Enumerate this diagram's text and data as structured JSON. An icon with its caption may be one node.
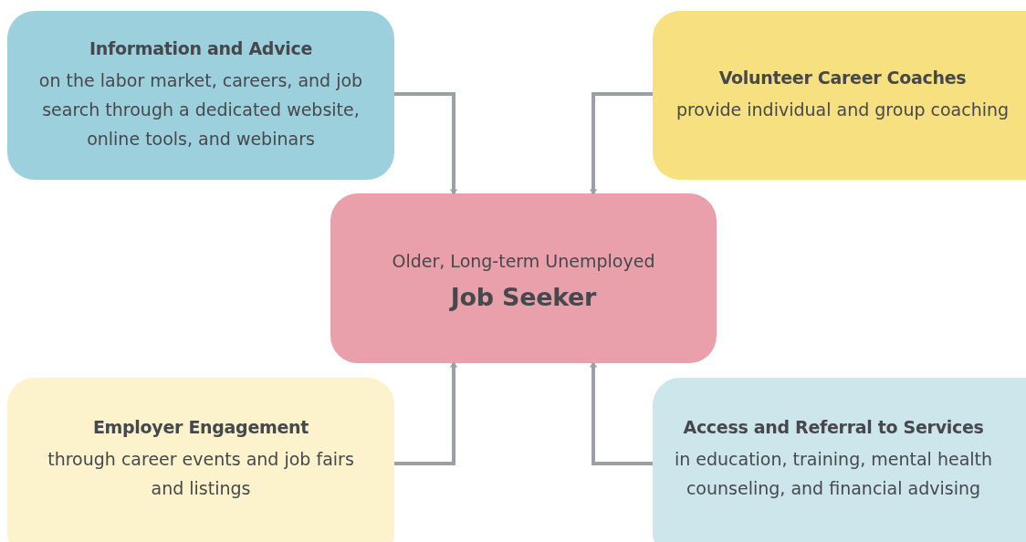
{
  "diagram": {
    "nodes": [
      {
        "text": [
          "Information and Advice",
          "on the labor market, careers, and job search through a dedicated website, online tools, and webinars"
        ]
      },
      {
        "text": [
          "Volunteer Career Coaches",
          "provide individual and group coaching"
        ]
      },
      {
        "text": [
          "Older, Long-term Unemployed",
          "Job Seeker"
        ]
      },
      {
        "text": [
          "Employer Engagement",
          "through career events and job fairs and listings"
        ]
      },
      {
        "text": [
          "Access and Referral to Services",
          "in education, training, mental health counseling, and financial advising"
        ]
      }
    ],
    "edges": [
      {
        "from": 0,
        "to": 2,
        "arrow": "to"
      },
      {
        "from": 1,
        "to": 2,
        "arrow": "to"
      },
      {
        "from": 3,
        "to": 2,
        "arrow": "to"
      },
      {
        "from": 4,
        "to": 2,
        "arrow": "to"
      }
    ]
  }
}
